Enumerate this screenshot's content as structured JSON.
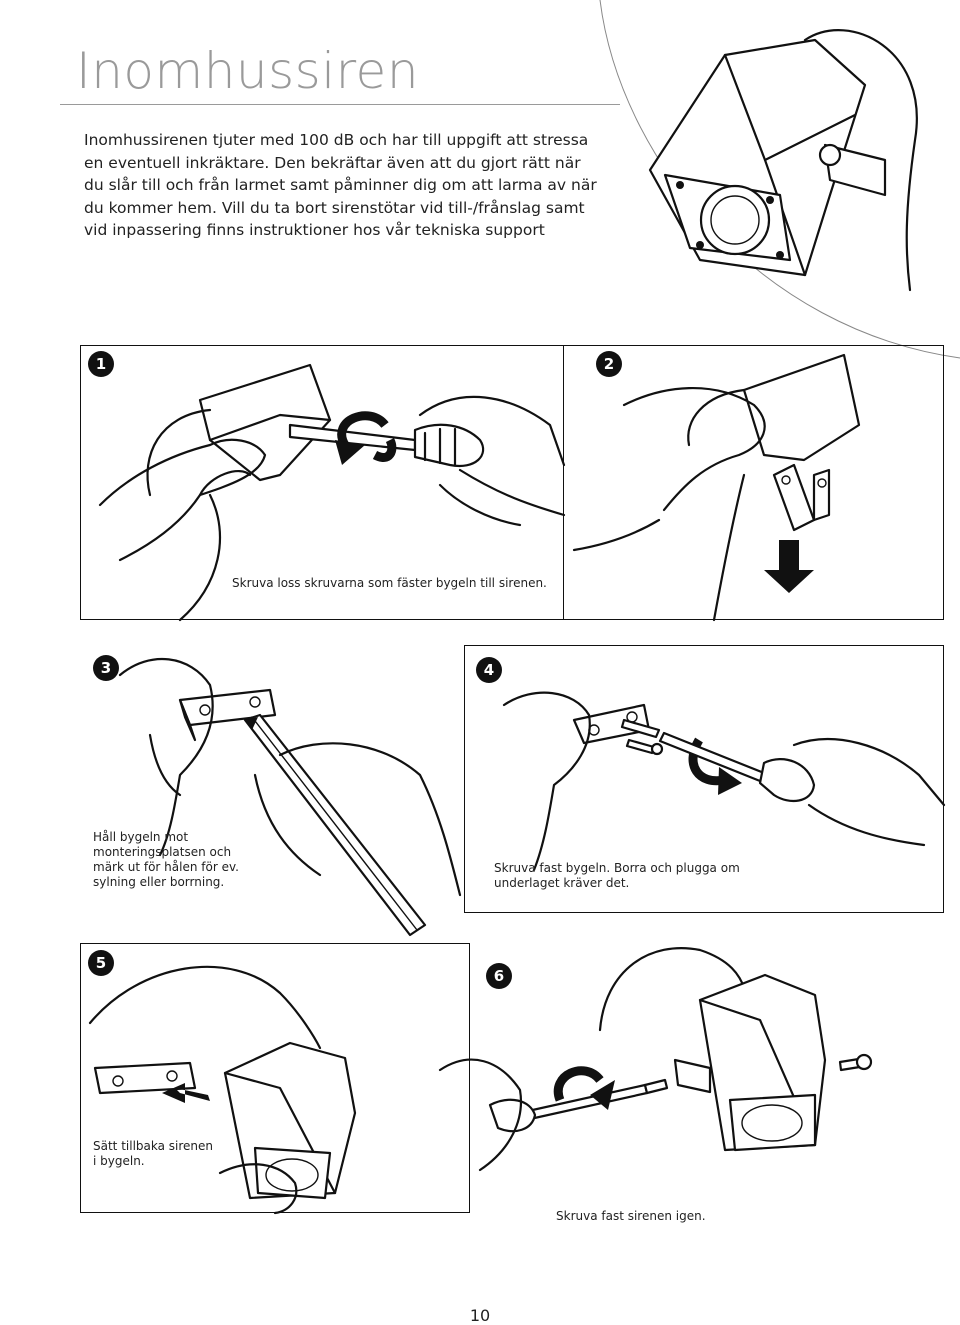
{
  "page": {
    "title": "Inomhussiren",
    "intro": "Inomhussirenen tjuter med 100 dB och har till uppgift att stressa en eventuell inkräktare. Den bekräftar även att du gjort rätt när du slår till och från larmet samt påminner dig om att larma av när du kommer hem. Vill du ta bort sirenstötar vid till-/frånslag samt vid inpassering finns instruktioner hos vår tekniska support",
    "page_number": "10"
  },
  "steps": [
    {
      "number": "1",
      "caption": ""
    },
    {
      "number": "2",
      "caption": "Skruva loss skruvarna som fäster bygeln till sirenen."
    },
    {
      "number": "3",
      "caption": "Håll bygeln mot monteringsplatsen och märk ut för hålen för ev. sylning eller borrning."
    },
    {
      "number": "4",
      "caption": "Skruva fast bygeln. Borra och plugga om underlaget kräver det."
    },
    {
      "number": "5",
      "caption": "Sätt tillbaka sirenen i bygeln."
    },
    {
      "number": "6",
      "caption": "Skruva fast sirenen igen."
    }
  ],
  "icons": [
    "siren-illustration",
    "hand-icon",
    "screwdriver-icon",
    "rotate-arrow-icon",
    "down-arrow-icon",
    "bracket-icon",
    "pencil-icon",
    "screw-icon",
    "push-arrow-icon"
  ]
}
